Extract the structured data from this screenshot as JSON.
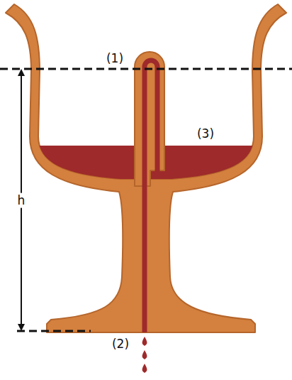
{
  "diagram": {
    "labels": [
      "(1)",
      "(3)",
      "h",
      "(2)"
    ]
  }
}
